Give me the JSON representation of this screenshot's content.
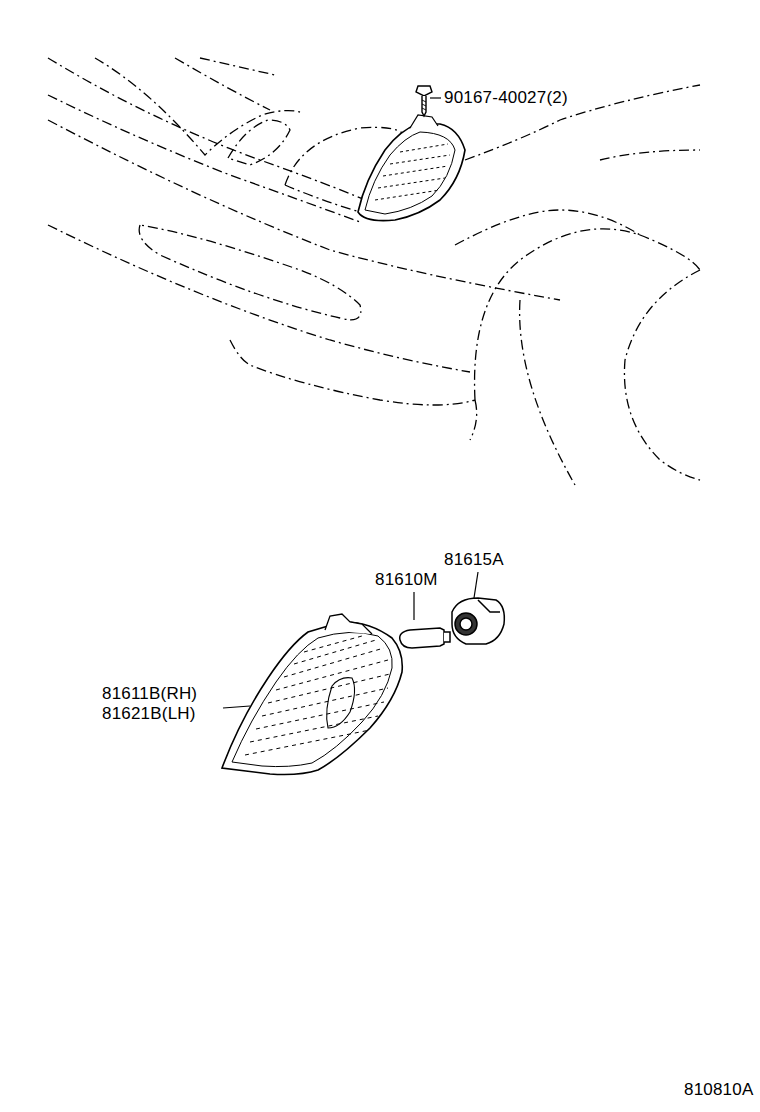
{
  "diagram": {
    "labels": [
      "90167-40027(2)",
      "81615A",
      "81610M",
      "81611B(RH)",
      "81621B(LH)",
      "810810A"
    ]
  }
}
